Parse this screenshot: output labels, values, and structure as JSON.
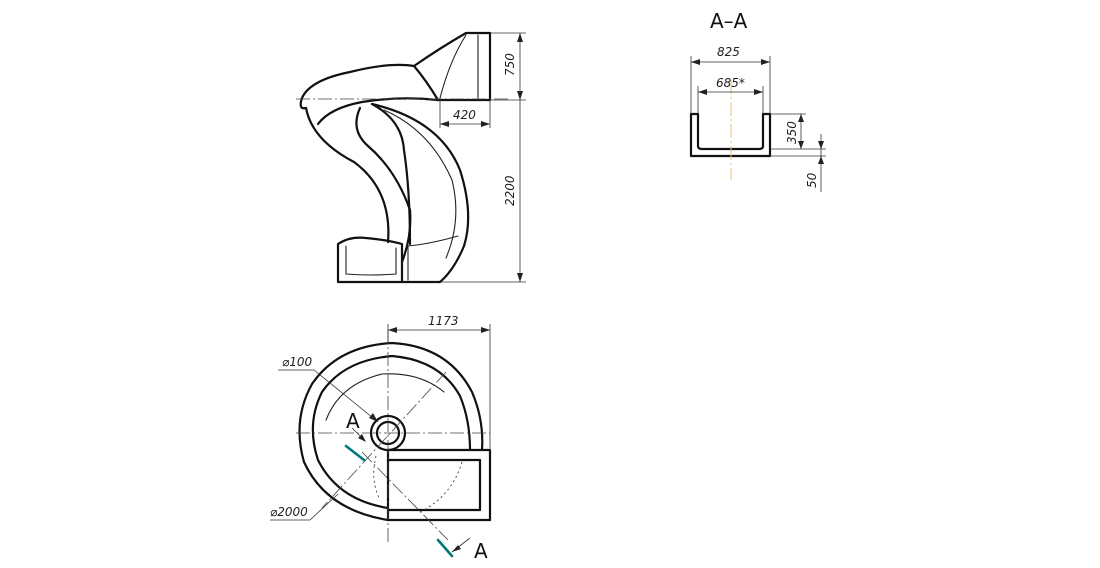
{
  "section_title": "A–A",
  "dimensions": {
    "height_top": "750",
    "height_total": "2200",
    "top_width": "420",
    "section_outer": "825",
    "section_inner": "685*",
    "section_depth": "350",
    "section_wall": "50",
    "plan_width": "1173",
    "pipe_diameter": "⌀100",
    "outer_diameter": "⌀2000"
  },
  "section_markers": {
    "upper": "A",
    "lower": "A"
  },
  "colors": {
    "section_marker": "#007a78",
    "axis": "#e2c27a",
    "line": "#111111"
  }
}
